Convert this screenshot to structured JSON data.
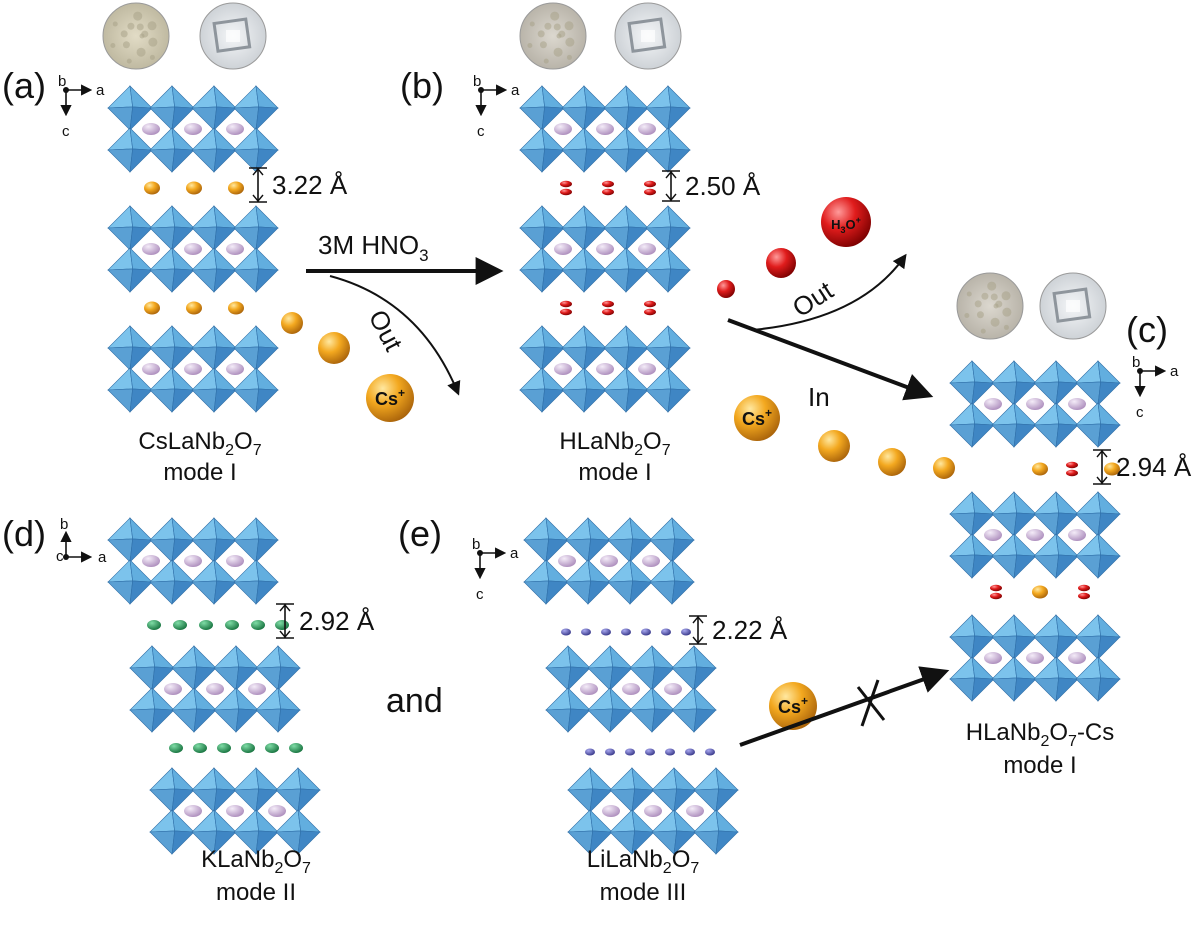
{
  "panels": {
    "a": {
      "label": "(a)",
      "axis": {
        "out": "b",
        "h": "a",
        "v": "c"
      },
      "spacing": "3.22 Å",
      "caption": {
        "base": "CsLaNb",
        "s1": "2",
        "mid": "O",
        "s2": "7",
        "tail": ""
      },
      "mode": "mode I"
    },
    "b": {
      "label": "(b)",
      "axis": {
        "out": "b",
        "h": "a",
        "v": "c"
      },
      "spacing": "2.50 Å",
      "caption": {
        "base": "HLaNb",
        "s1": "2",
        "mid": "O",
        "s2": "7",
        "tail": ""
      },
      "mode": "mode I"
    },
    "c": {
      "label": "(c)",
      "axis": {
        "out": "b",
        "h": "a",
        "v": "c"
      },
      "spacing": "2.94 Å",
      "caption": {
        "base": "HLaNb",
        "s1": "2",
        "mid": "O",
        "s2": "7",
        "tail": "-Cs"
      },
      "mode": "mode I"
    },
    "d": {
      "label": "(d)",
      "axis": {
        "out": "c",
        "h": "a",
        "v": "b"
      },
      "spacing": "2.92 Å",
      "caption": {
        "base": "KLaNb",
        "s1": "2",
        "mid": "O",
        "s2": "7",
        "tail": ""
      },
      "mode": "mode II"
    },
    "e": {
      "label": "(e)",
      "axis": {
        "out": "b",
        "h": "a",
        "v": "c"
      },
      "spacing": "2.22 Å",
      "caption": {
        "base": "LiLaNb",
        "s1": "2",
        "mid": "O",
        "s2": "7",
        "tail": ""
      },
      "mode": "mode III"
    }
  },
  "reaction": {
    "reagent": {
      "base": "3M HNO",
      "sub": "3"
    },
    "out_label": "Out",
    "in_label": "In",
    "and_label": "and"
  },
  "ions": {
    "cs": {
      "base": "Cs",
      "sup": "+"
    },
    "h3o": {
      "pre": "H",
      "sub": "3",
      "mid": "O",
      "sup": "+"
    }
  },
  "colors": {
    "octahedron_light": "#7cc3ec",
    "octahedron_dark": "#3f86c4",
    "la_atom": "#c9a9d6",
    "cs_atom": "#f0a020",
    "h_atom": "#d81e1e",
    "k_atom": "#1f8f4e",
    "li_atom": "#4a4aa8"
  }
}
